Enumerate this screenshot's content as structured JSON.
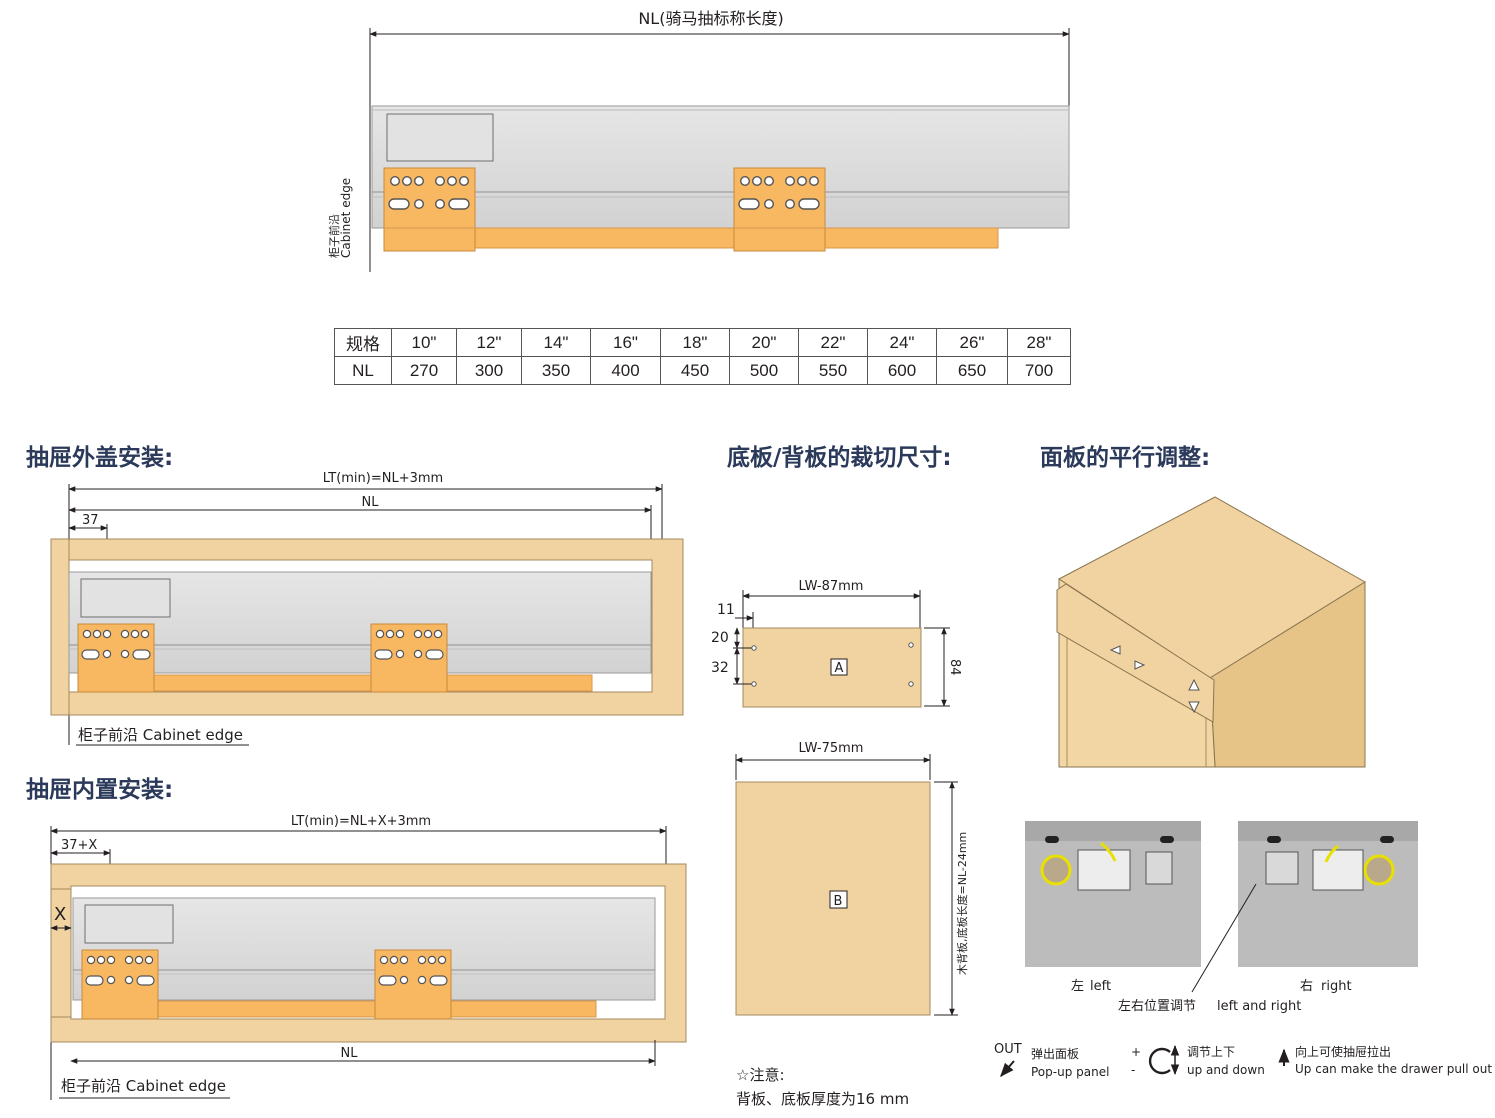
{
  "top": {
    "nl_label": "NL(骑马抽标称长度)",
    "cabinet_edge_cn": "柜子前沿",
    "cabinet_edge_en": "Cabinet edge"
  },
  "spec_table": {
    "header": [
      "规格",
      "10\"",
      "12\"",
      "14\"",
      "16\"",
      "18\"",
      "20\"",
      "22\"",
      "24\"",
      "26\"",
      "28\""
    ],
    "row": [
      "NL",
      "270",
      "300",
      "350",
      "400",
      "450",
      "500",
      "550",
      "600",
      "650",
      "700"
    ]
  },
  "overlay": {
    "title": "抽屉外盖安装:",
    "lt_label": "LT(min)=NL+3mm",
    "nl_label": "NL",
    "offset_label": "37",
    "cabinet_edge": "柜子前沿 Cabinet edge"
  },
  "inset": {
    "title": "抽屉内置安装:",
    "lt_label": "LT(min)=NL+X+3mm",
    "offset_label": "37+X",
    "x_label": "X",
    "nl_label": "NL",
    "cabinet_edge": "柜子前沿 Cabinet edge"
  },
  "cutting": {
    "title": "底板/背板的裁切尺寸:",
    "panel_a": {
      "width_label": "LW-87mm",
      "dim_11": "11",
      "dim_20": "20",
      "dim_32": "32",
      "height_label": "84",
      "tag": "A"
    },
    "panel_b": {
      "width_label": "LW-75mm",
      "height_label": "木背板,底板长度=NL-24mm",
      "tag": "B"
    },
    "note_title": "☆注意:",
    "note_text": "背板、底板厚度为16 mm"
  },
  "adjust": {
    "title": "面板的平行调整:",
    "left_cn": "左",
    "left_en": "left",
    "right_cn": "右",
    "right_en": "right",
    "lr_cn": "左右位置调节",
    "lr_en": "left and right",
    "legend": {
      "out": "OUT",
      "popup_cn": "弹出面板",
      "popup_en": "Pop-up panel",
      "plus": "+",
      "minus": "-",
      "updown_cn": "调节上下",
      "updown_en": "up and down",
      "pull_cn": "向上可使抽屉拉出",
      "pull_en": "Up can make the drawer pull out"
    }
  },
  "colors": {
    "orange": "#f8b862",
    "wood": "#f0d3a0",
    "panel": "#dcdcdc",
    "heading": "#2b3a5a"
  }
}
